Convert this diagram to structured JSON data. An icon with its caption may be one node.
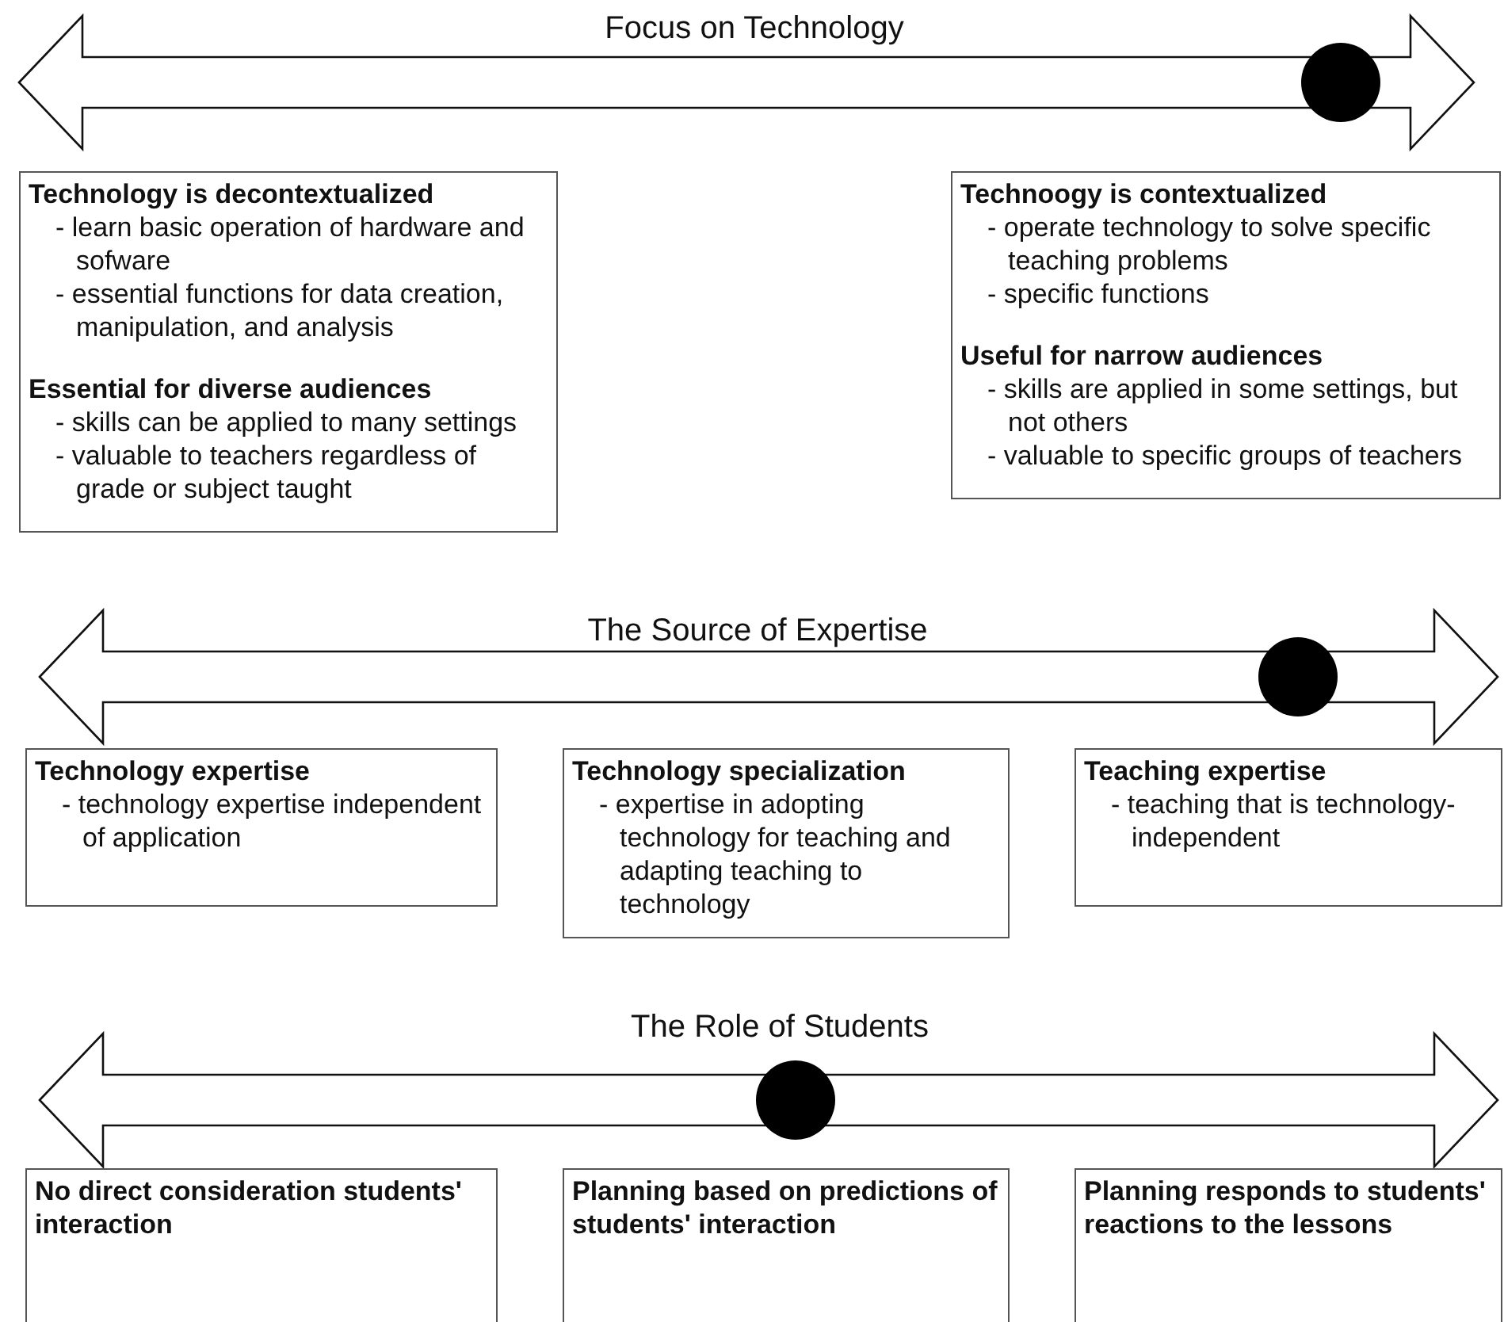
{
  "diagram": {
    "nodes": [
      {
        "text": [
          "Technology is decontextualized",
          "- learn basic operation of hardware and sofware",
          "- essential functions for data creation, manipulation, and analysis",
          "Essential for diverse audiences",
          "- skills can be applied to many settings",
          "- valuable to teachers regardless of grade or subject taught"
        ]
      },
      {
        "text": [
          "Technoogy is contextualized",
          "- operate technology to solve specific teaching problems",
          "- specific functions",
          "Useful for narrow audiences",
          "- skills are applied in some settings, but not others",
          "- valuable to specific groups of teachers"
        ]
      },
      {
        "text": [
          "Technology expertise",
          "- technology expertise independent of application"
        ]
      },
      {
        "text": [
          "Technology specialization",
          "- expertise in adopting technology for teaching and adapting teaching to technology"
        ]
      },
      {
        "text": [
          "Teaching expertise",
          "- teaching that is technology-independent"
        ]
      },
      {
        "text": [
          "No direct consideration students' interaction"
        ]
      },
      {
        "text": [
          "Planning based on predictions of students' interaction"
        ]
      },
      {
        "text": [
          "Planning responds to students' reactions to the lessons"
        ]
      }
    ],
    "edges": [],
    "labels": [
      "Focus on Technology",
      "The Source of Expertise",
      "The Role of Students"
    ]
  }
}
